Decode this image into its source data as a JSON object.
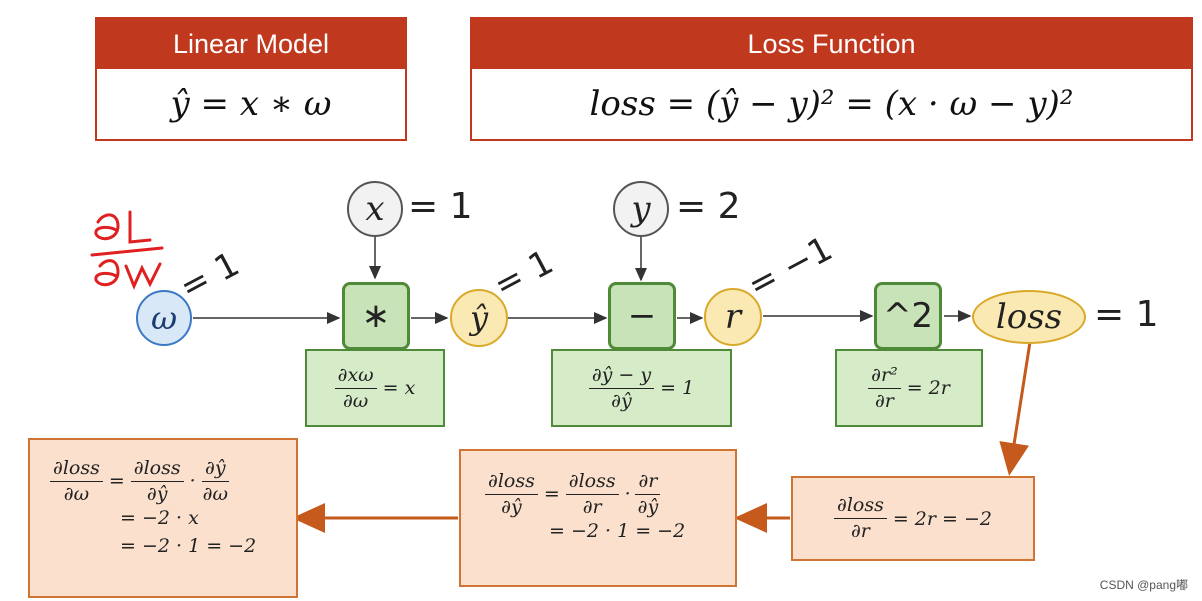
{
  "linear_model": {
    "title": "Linear Model",
    "formula": "ŷ = x ∗ ω"
  },
  "loss_function": {
    "title": "Loss Function",
    "formula": "loss = (ŷ − y)² = (x · ω − y)²"
  },
  "handwriting": {
    "numerator": "∂L",
    "denominator": "∂ω"
  },
  "nodes": {
    "omega": "ω",
    "x": "x",
    "y": "y",
    "yhat": "ŷ",
    "r": "r",
    "loss": "loss"
  },
  "node_values": {
    "x": "= 1",
    "y": "= 2",
    "loss": "= 1"
  },
  "edge_labels": {
    "omega": "= 1",
    "yhat": "= 1",
    "r": "= −1"
  },
  "ops": {
    "mul": "∗",
    "sub": "−",
    "pow": "^2"
  },
  "local_grads": {
    "mul": {
      "num": "∂xω",
      "den": "∂ω",
      "rhs": "= x"
    },
    "sub": {
      "num": "∂ŷ − y",
      "den": "∂ŷ",
      "rhs": "= 1"
    },
    "pow": {
      "num": "∂r²",
      "den": "∂r",
      "rhs": "= 2r"
    }
  },
  "backprop": {
    "dloss_dr": {
      "num": "∂loss",
      "den": "∂r",
      "rhs": "= 2r = −2"
    },
    "dloss_dyhat": {
      "lhs_num": "∂loss",
      "lhs_den": "∂ŷ",
      "eq": "=",
      "a_num": "∂loss",
      "a_den": "∂r",
      "dot": "·",
      "b_num": "∂r",
      "b_den": "∂ŷ",
      "line2": "= −2 · 1 = −2"
    },
    "dloss_domega": {
      "lhs_num": "∂loss",
      "lhs_den": "∂ω",
      "eq": "=",
      "a_num": "∂loss",
      "a_den": "∂ŷ",
      "dot": "·",
      "b_num": "∂ŷ",
      "b_den": "∂ω",
      "line2": "= −2 · x",
      "line3": "= −2 · 1 = −2"
    }
  },
  "watermark": "CSDN @pang嘟"
}
